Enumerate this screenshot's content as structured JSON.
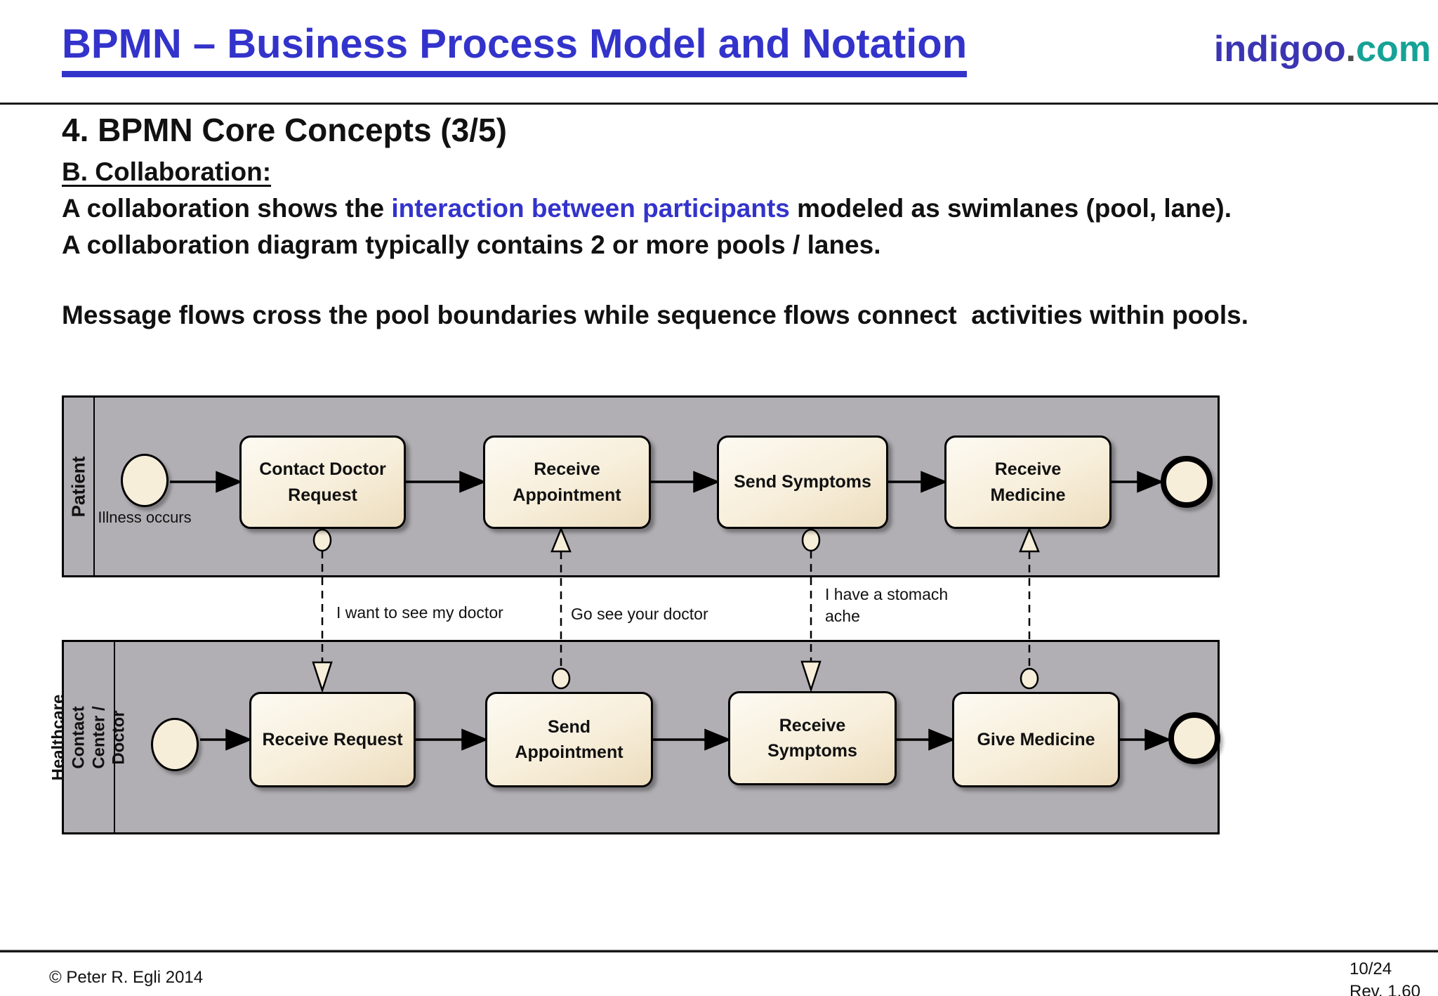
{
  "header": {
    "title": "BPMN – Business Process Model and Notation",
    "logo": {
      "name": "indigoo",
      "dot": ".",
      "tld": "com"
    }
  },
  "content": {
    "heading": "4. BPMN Core Concepts (3/5)",
    "subheading": "B. Collaboration:",
    "line1_pre": "A collaboration shows the ",
    "line1_highlight": "interaction between participants",
    "line1_post": " modeled as swimlanes (pool, lane).",
    "line2": "A collaboration diagram typically contains 2 or more pools / lanes.",
    "line3": "Message flows cross the pool boundaries while sequence flows connect  activities within pools."
  },
  "diagram": {
    "pool1": {
      "lane": "Patient",
      "start_label": "Illness occurs",
      "task1": "Contact Doctor Request",
      "task2": "Receive Appointment",
      "task3": "Send Symptoms",
      "task4": "Receive Medicine"
    },
    "pool2": {
      "lane": "Healthcare Contact\nCenter / Doctor",
      "task1": "Receive Request",
      "task2": "Send Appointment",
      "task3": "Receive Symptoms",
      "task4": "Give Medicine"
    },
    "messages": {
      "msg1": "I want to see my doctor",
      "msg2": "Go see your doctor",
      "msg3": "I have a stomach\nache"
    },
    "colors": {
      "accent_blue": "#3333cc",
      "logo_teal": "#16a296",
      "pool_gray": "#b1afb3",
      "task_fill_light": "#fdfaf2",
      "task_fill_dark": "#ecdcbd",
      "shape_fill": "#f7eeda",
      "line_black": "#000000"
    }
  },
  "footer": {
    "copyright": "© Peter R. Egli 2014",
    "page": "10/24",
    "revision": "Rev. 1.60"
  }
}
